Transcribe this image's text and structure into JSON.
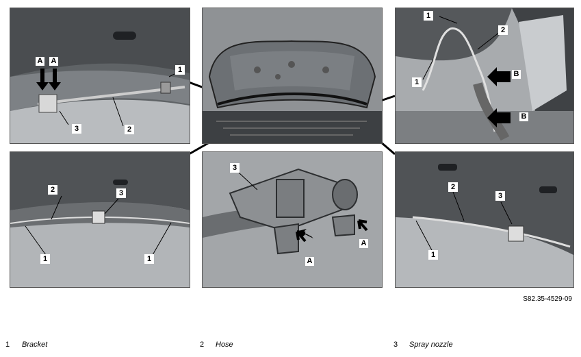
{
  "figure_code": "S82.35-4529-09",
  "legend": [
    {
      "number": "1",
      "text": "Bracket"
    },
    {
      "number": "2",
      "text": "Hose"
    },
    {
      "number": "3",
      "text": "Spray nozzle"
    }
  ],
  "callouts": {
    "top_left": [
      "A",
      "A",
      "1",
      "3",
      "2"
    ],
    "top_right": [
      "1",
      "2",
      "1",
      "B",
      "B"
    ],
    "bottom_left": [
      "2",
      "3",
      "1",
      "1"
    ],
    "bottom_center": [
      "3",
      "A",
      "A"
    ],
    "bottom_right": [
      "2",
      "3",
      "1"
    ]
  }
}
